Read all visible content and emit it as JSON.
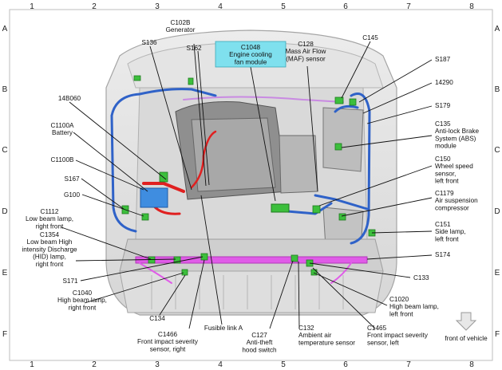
{
  "grid": {
    "columns": [
      "1",
      "2",
      "3",
      "4",
      "5",
      "6",
      "7",
      "8"
    ],
    "rows": [
      "A",
      "B",
      "C",
      "D",
      "E",
      "F"
    ]
  },
  "legend": {
    "front_of_vehicle": "front of vehicle"
  },
  "callouts": [
    {
      "key": "s136",
      "lines": [
        "S136"
      ]
    },
    {
      "key": "c102b",
      "lines": [
        "C102B",
        "Generator"
      ]
    },
    {
      "key": "s162",
      "lines": [
        "S162"
      ]
    },
    {
      "key": "c1048",
      "lines": [
        "C1048",
        "Engine cooling",
        "fan module"
      ],
      "highlight": true
    },
    {
      "key": "c128",
      "lines": [
        "C128",
        "Mass Air Flow",
        "(MAF) sensor"
      ]
    },
    {
      "key": "c145",
      "lines": [
        "C145"
      ]
    },
    {
      "key": "s187",
      "lines": [
        "S187"
      ]
    },
    {
      "key": "14290",
      "lines": [
        "14290"
      ]
    },
    {
      "key": "s179",
      "lines": [
        "S179"
      ]
    },
    {
      "key": "14b060",
      "lines": [
        "14B060"
      ]
    },
    {
      "key": "c1100a",
      "lines": [
        "C1100A",
        "Battery"
      ]
    },
    {
      "key": "c135",
      "lines": [
        "C135",
        "Anti-lock Brake",
        "System (ABS)",
        "module"
      ]
    },
    {
      "key": "c1100b",
      "lines": [
        "C1100B"
      ]
    },
    {
      "key": "s167",
      "lines": [
        "S167"
      ]
    },
    {
      "key": "g100",
      "lines": [
        "G100"
      ]
    },
    {
      "key": "c150",
      "lines": [
        "C150",
        "Wheel speed",
        "sensor,",
        "left front"
      ]
    },
    {
      "key": "c1179",
      "lines": [
        "C1179",
        "Air suspension",
        "compressor"
      ]
    },
    {
      "key": "c1112",
      "lines": [
        "C1112",
        "Low beam lamp,",
        "right front"
      ]
    },
    {
      "key": "c1354",
      "lines": [
        "C1354",
        "Low beam High",
        "intensity Discharge",
        "(HID) lamp,",
        "right front"
      ]
    },
    {
      "key": "c151",
      "lines": [
        "C151",
        "Side lamp,",
        "left front"
      ]
    },
    {
      "key": "s174",
      "lines": [
        "S174"
      ]
    },
    {
      "key": "s171",
      "lines": [
        "S171"
      ]
    },
    {
      "key": "c133",
      "lines": [
        "C133"
      ]
    },
    {
      "key": "c1040",
      "lines": [
        "C1040",
        "High beam lamp,",
        "right front"
      ]
    },
    {
      "key": "c1020",
      "lines": [
        "C1020",
        "High beam lamp,",
        "left front"
      ]
    },
    {
      "key": "c134",
      "lines": [
        "C134"
      ]
    },
    {
      "key": "fusible",
      "lines": [
        "Fusible link A"
      ]
    },
    {
      "key": "c1466",
      "lines": [
        "C1466",
        "Front impact severity",
        "sensor, right"
      ]
    },
    {
      "key": "c127",
      "lines": [
        "C127",
        "Anti-theft",
        "hood switch"
      ]
    },
    {
      "key": "c132",
      "lines": [
        "C132",
        "Ambient air",
        "temperature sensor"
      ]
    },
    {
      "key": "c1465",
      "lines": [
        "C1465",
        "Front impact severity",
        "sensor, left"
      ]
    }
  ],
  "colors": {
    "harness_blue": "#2f62c8",
    "harness_red": "#e02020",
    "harness_magenta": "#e05be8",
    "connector_green": "#3cbf3c",
    "highlight_box": "#7fe0ee",
    "frame_stripe": "#c8c8c8"
  }
}
